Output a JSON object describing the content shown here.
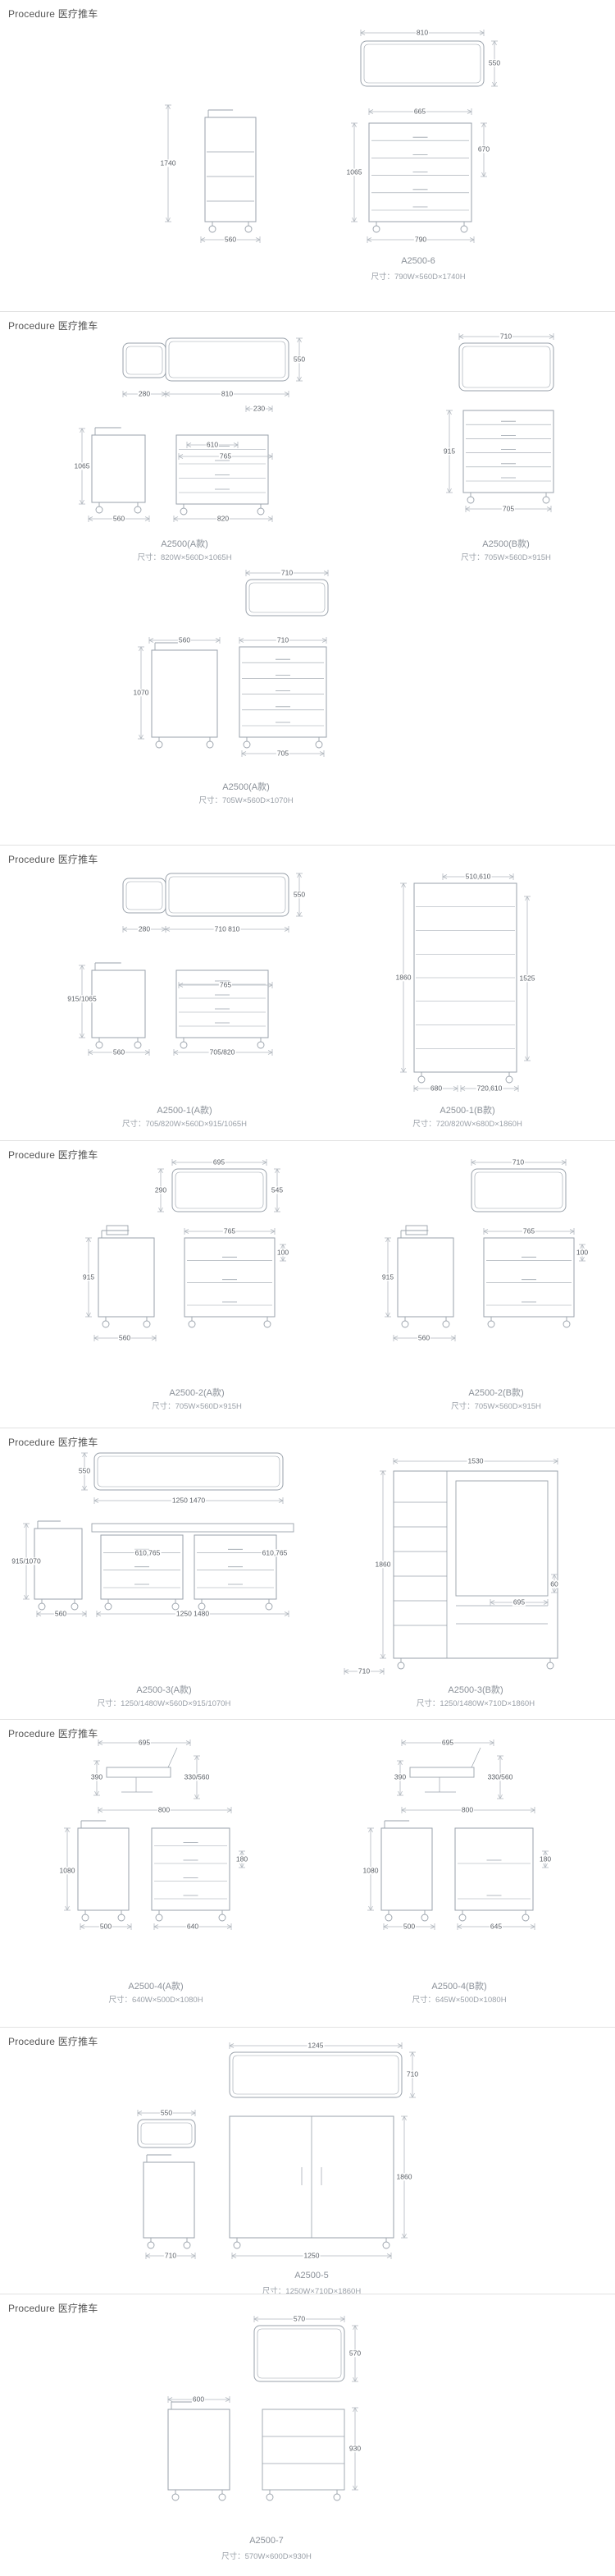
{
  "colors": {
    "line": "#9aa2ab",
    "dim": "#b2b8bf",
    "label_text": "#5a5f66",
    "divider": "#e2e2e2"
  },
  "sections": [
    {
      "header": "Procedure 医疗推车",
      "products": [
        {
          "name": "A2500-6",
          "size": "尺寸：790W×560D×1740H"
        }
      ],
      "annotations": [
        "810",
        "550",
        "1740",
        "665",
        "670",
        "1065",
        "560",
        "790"
      ]
    },
    {
      "header": "Procedure 医疗推车",
      "products": [
        {
          "name": "A2500(A款)",
          "size": "尺寸：820W×560D×1065H"
        },
        {
          "name": "A2500(B款)",
          "size": "尺寸：705W×560D×915H"
        },
        {
          "name": "A2500(A款)",
          "size": "尺寸：705W×560D×1070H"
        }
      ],
      "annotations": [
        "280",
        "810",
        "550",
        "230",
        "610",
        "765",
        "1065",
        "560",
        "820",
        "710",
        "915",
        "705",
        "710",
        "560",
        "710",
        "1070",
        "705"
      ]
    },
    {
      "header": "Procedure 医疗推车",
      "products": [
        {
          "name": "A2500-1(A款)",
          "size": "尺寸：705/820W×560D×915/1065H"
        },
        {
          "name": "A2500-1(B款)",
          "size": "尺寸：720/820W×680D×1860H"
        }
      ],
      "annotations": [
        "280",
        "710 810",
        "550",
        "915/1065",
        "765",
        "560",
        "705/820",
        "510,610",
        "1860",
        "1525",
        "680",
        "720,610"
      ]
    },
    {
      "header": "Procedure 医疗推车",
      "products": [
        {
          "name": "A2500-2(A款)",
          "size": "尺寸：705W×560D×915H"
        },
        {
          "name": "A2500-2(B款)",
          "size": "尺寸：705W×560D×915H"
        }
      ],
      "annotations": [
        "695",
        "545",
        "290",
        "765",
        "915",
        "100",
        "560",
        "710",
        "765",
        "915",
        "100",
        "560"
      ]
    },
    {
      "header": "Procedure 医疗推车",
      "products": [
        {
          "name": "A2500-3(A款)",
          "size": "尺寸：1250/1480W×560D×915/1070H"
        },
        {
          "name": "A2500-3(B款)",
          "size": "尺寸：1250/1480W×710D×1860H"
        }
      ],
      "annotations": [
        "550",
        "1250 1470",
        "610,765",
        "610,765",
        "915/1070",
        "560",
        "1250 1480",
        "1530",
        "1860",
        "695",
        "60",
        "710"
      ]
    },
    {
      "header": "Procedure 医疗推车",
      "products": [
        {
          "name": "A2500-4(A款)",
          "size": "尺寸：640W×500D×1080H"
        },
        {
          "name": "A2500-4(B款)",
          "size": "尺寸：645W×500D×1080H"
        }
      ],
      "annotations": [
        "695",
        "390",
        "330/560",
        "800",
        "1080",
        "180",
        "500",
        "640",
        "695",
        "390",
        "330/560",
        "800",
        "1080",
        "180",
        "500",
        "645"
      ]
    },
    {
      "header": "Procedure 医疗推车",
      "products": [
        {
          "name": "A2500-5",
          "size": "尺寸：1250W×710D×1860H"
        }
      ],
      "annotations": [
        "1245",
        "710",
        "550",
        "1860",
        "710",
        "1250"
      ]
    },
    {
      "header": "Procedure 医疗推车",
      "products": [
        {
          "name": "A2500-7",
          "size": "尺寸：570W×600D×930H"
        }
      ],
      "annotations": [
        "570",
        "570",
        "600",
        "930"
      ]
    }
  ]
}
